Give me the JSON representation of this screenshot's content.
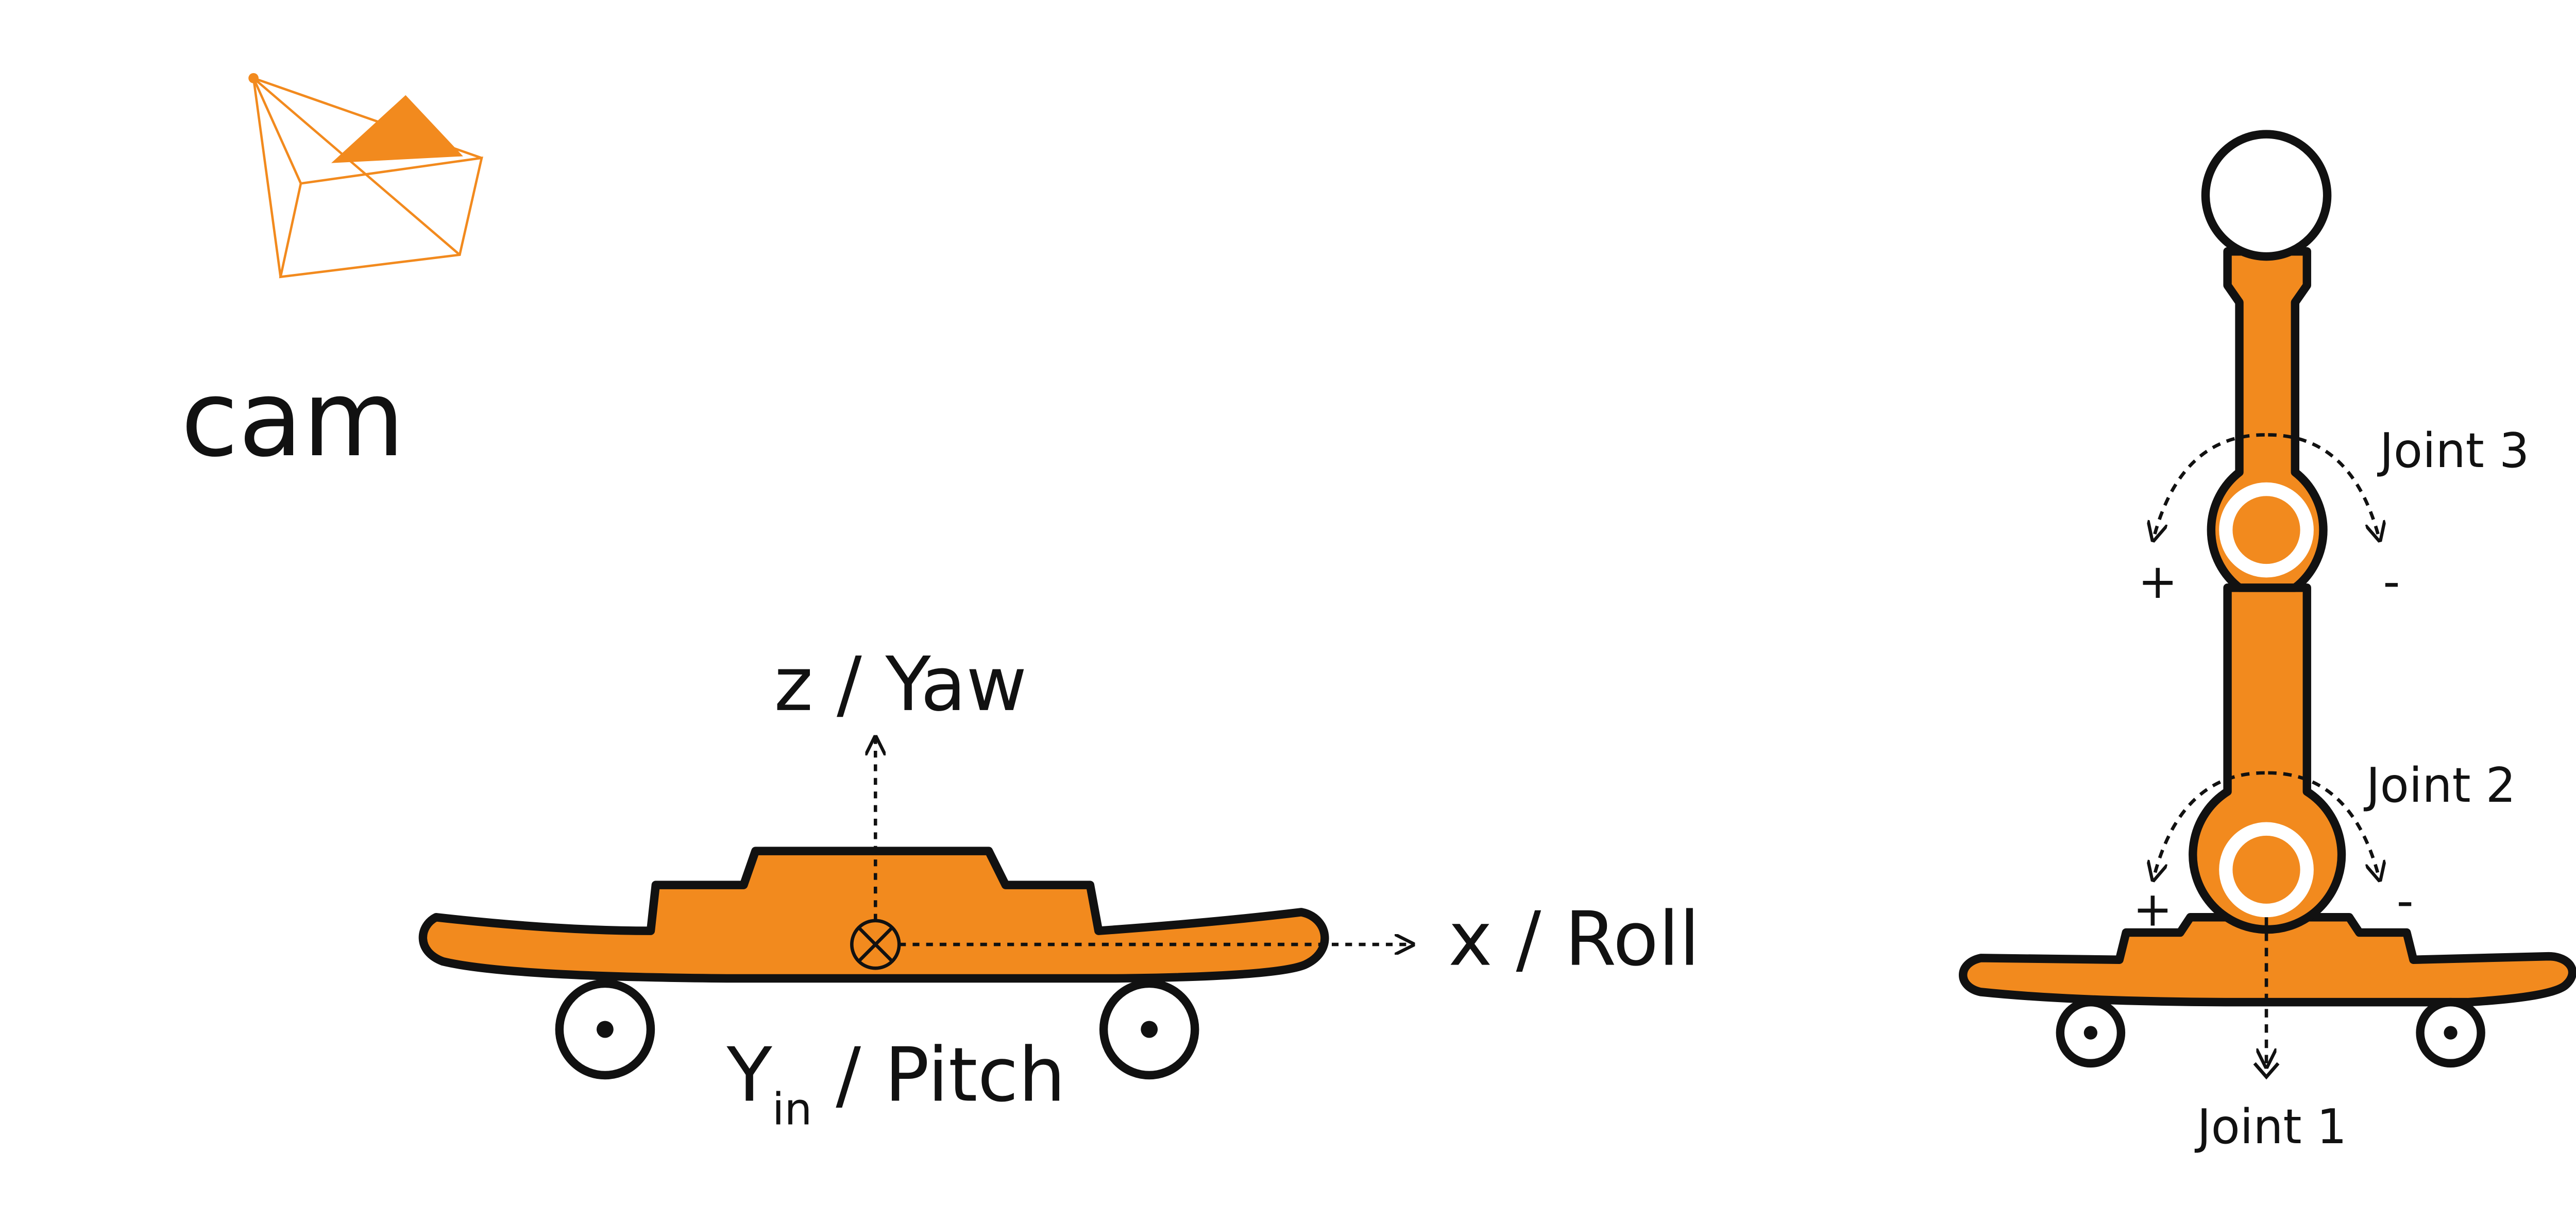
{
  "colors": {
    "body": "#F28A1E",
    "outline": "#111111",
    "background": "#FFFFFF"
  },
  "camera": {
    "icon": "camera-frustum-icon",
    "label": "cam"
  },
  "skateboard": {
    "axis_z_label": "z / Yaw",
    "axis_x_label": "x / Roll",
    "axis_y_main": "Y",
    "axis_y_sub": "in",
    "axis_y_rest": " / Pitch"
  },
  "robot": {
    "joint1_label": "Joint 1",
    "joint2_label": "Joint 2",
    "joint3_label": "Joint 3",
    "plus_sign": "+",
    "minus_sign": "-"
  }
}
